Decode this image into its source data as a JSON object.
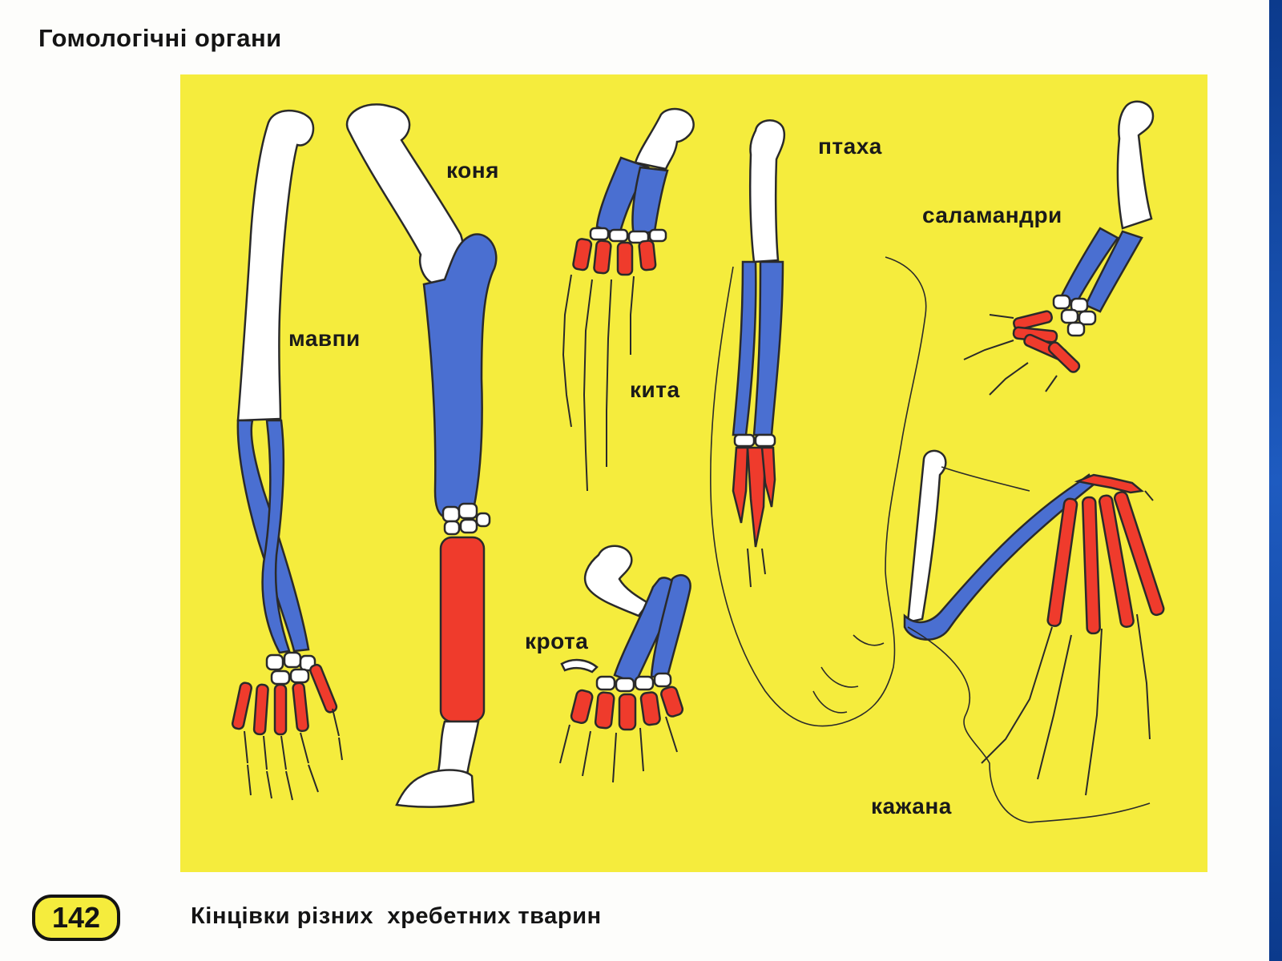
{
  "title": "Гомологічні органи",
  "labels": {
    "monkey": "мавпи",
    "horse": "коня",
    "whale": "кита",
    "mole": "крота",
    "bird": "птаха",
    "salamander": "саламандри",
    "bat": "кажана"
  },
  "figure_number": "142",
  "caption": "Кінцівки різних  хребетних тварин",
  "colors": {
    "background": "#f5ec3d",
    "upper_bone": "#ffffff",
    "forearm_bones": "#4a6fd1",
    "hand_bones": "#ef3b2c",
    "outline": "#2a2a2a",
    "accent_strip": "#1e5bc0"
  },
  "icons": [
    "humerus-bone",
    "radius-ulna-bones",
    "carpal-phalanx-bones"
  ]
}
